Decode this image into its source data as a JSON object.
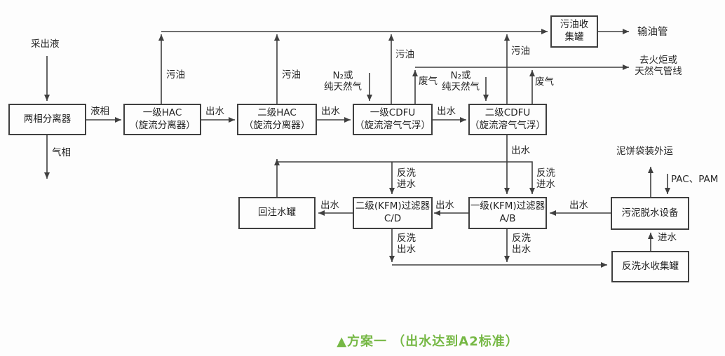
{
  "diagram": {
    "boxes": {
      "two_phase": "两相分离器",
      "hac1": "一级HAC\n（旋流分离器）",
      "hac2": "二级HAC\n（旋流分离器）",
      "cdfu1": "一级CDFU\n（旋流溶气气浮）",
      "cdfu2": "二级CDFU\n（旋流溶气气浮）",
      "oil_tank": "污油收\n集罐",
      "reinjection_tank": "回注水罐",
      "kfm2_filter": "二级(KFM)过滤器\nC/D",
      "kfm1_filter": "一级(KFM)过滤器\nA/B",
      "sludge_dewatering": "污泥脱水设备",
      "backwash_tank": "反洗水收集罐"
    },
    "labels": {
      "feed": "采出液",
      "gas_phase": "气相",
      "liquid_phase": "液相",
      "outflow": "出水",
      "slop_oil": "污油",
      "waste_gas": "废气",
      "n2_or_gas": "N₂或\n纯天然气",
      "backwash_in": "反洗\n进水",
      "backwash_out": "反洗\n出水",
      "mud_cake": "泥饼袋装外运",
      "pac_pam": "PAC、PAM",
      "inlet": "进水",
      "oil_pipeline": "输油管",
      "to_flare": "去火炬或\n天然气管线"
    },
    "caption": "▲方案一 （出水达到A2标准）",
    "colors": {
      "line": "#3f3f3f",
      "caption_green": "#76b845",
      "background": "#fdfdfd"
    }
  }
}
